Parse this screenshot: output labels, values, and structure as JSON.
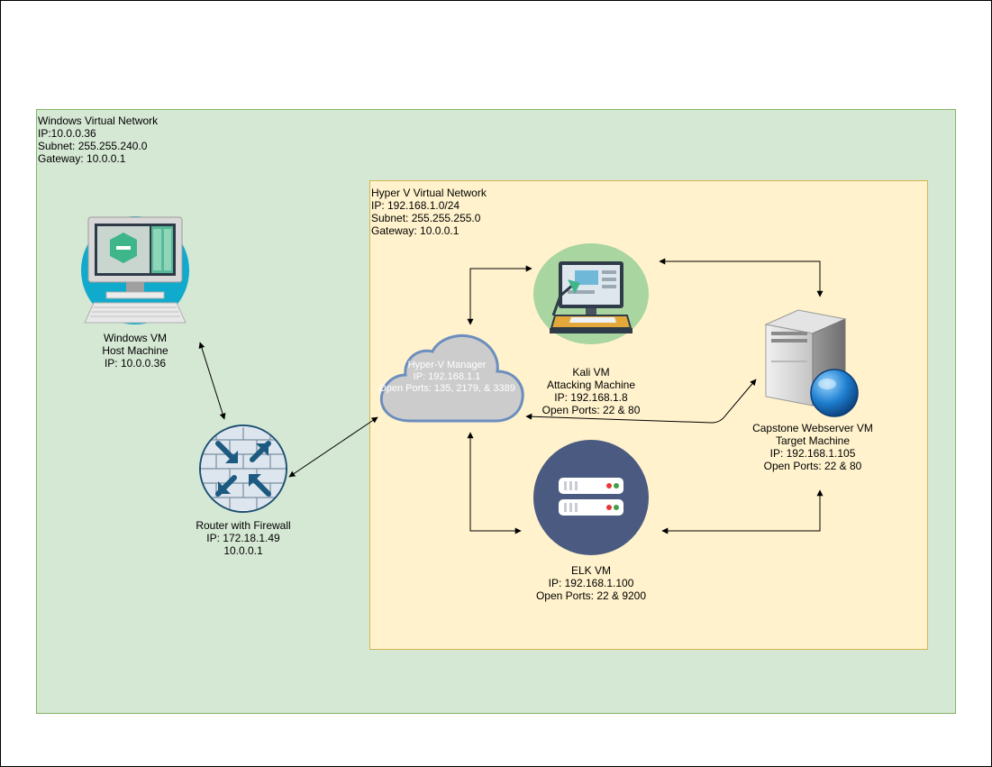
{
  "windows_network": {
    "title": "Windows Virtual Network",
    "ip": "IP:10.0.0.36",
    "subnet": "Subnet: 255.255.240.0",
    "gateway": "Gateway: 10.0.0.1"
  },
  "hyperv_network": {
    "title": "Hyper V Virtual Network",
    "ip": "IP: 192.168.1.0/24",
    "subnet": "Subnet: 255.255.255.0",
    "gateway": "Gateway: 10.0.0.1"
  },
  "nodes": {
    "windows_vm": {
      "line1": "Windows VM",
      "line2": "Host Machine",
      "line3": "IP: 10.0.0.36"
    },
    "router": {
      "line1": "Router with Firewall",
      "line2": "IP: 172.18.1.49",
      "line3": "10.0.0.1"
    },
    "hyperv_manager": {
      "line1": "Hyper-V Manager",
      "line2": "IP: 192.168.1.1",
      "line3": "Open Ports: 135, 2179, & 3389"
    },
    "kali_vm": {
      "line1": "Kali VM",
      "line2": "Attacking Machine",
      "line3": "IP: 192.168.1.8",
      "line4": "Open Ports: 22 & 80"
    },
    "webserver_vm": {
      "line1": "Capstone Webserver VM",
      "line2": "Target Machine",
      "line3": "IP: 192.168.1.105",
      "line4": "Open Ports: 22 & 80"
    },
    "elk_vm": {
      "line1": "ELK VM",
      "line2": "IP: 192.168.1.100",
      "line3": "Open Ports: 22 & 9200"
    }
  },
  "colors": {
    "outer_zone_fill": "#d5e8d4",
    "inner_zone_fill": "#fff2cc",
    "cloud_fill": "#cccccc",
    "cloud_stroke": "#6c8ebf",
    "monitor_circle": "#10aacc",
    "kali_circle": "#a8d5a0",
    "elk_circle": "#4a5a80"
  },
  "icons": [
    "desktop-monitor-icon",
    "firewall-router-icon",
    "cloud-icon",
    "kali-workstation-icon",
    "web-server-icon",
    "server-rack-icon"
  ]
}
